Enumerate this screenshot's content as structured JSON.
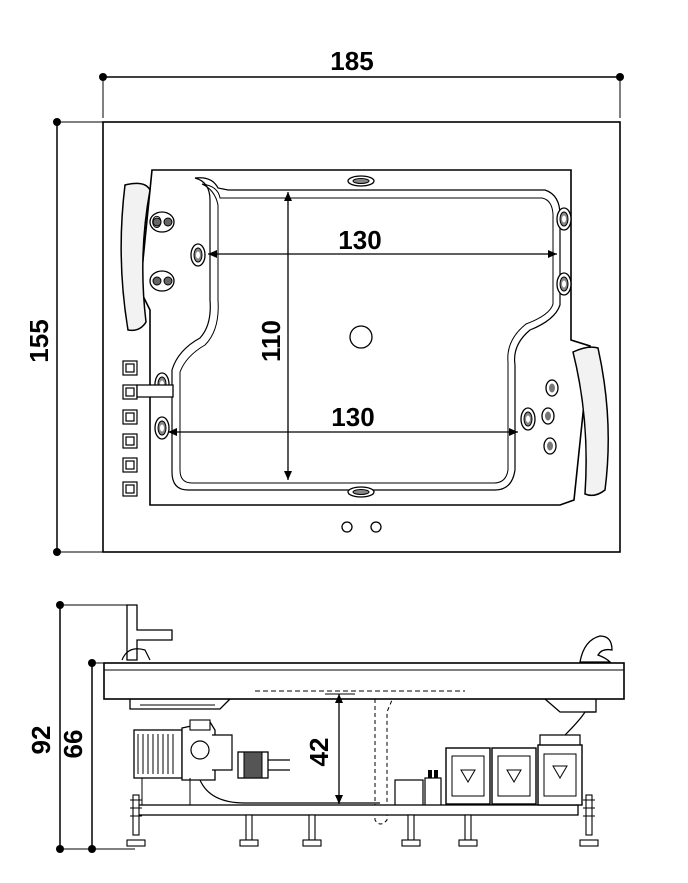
{
  "dimensions": {
    "total_length": "185",
    "total_width": "155",
    "inner_length_top": "130",
    "inner_length_bottom": "130",
    "inner_width": "110",
    "total_height": "92",
    "rim_height": "66",
    "inner_depth": "42"
  },
  "colors": {
    "line": "#000000",
    "background": "#ffffff",
    "fill_light": "#f2f2f2"
  }
}
